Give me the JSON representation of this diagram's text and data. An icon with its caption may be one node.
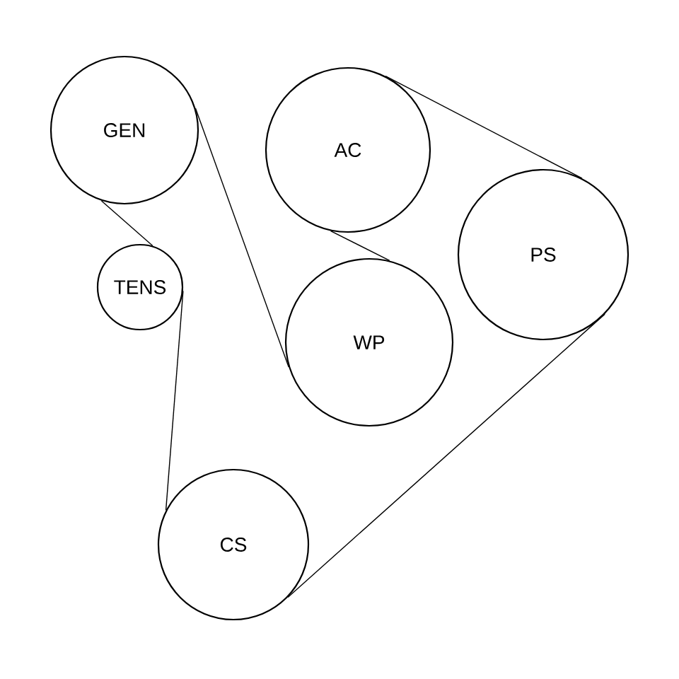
{
  "diagram": {
    "nodes": [
      {
        "text": [
          "GEN"
        ]
      },
      {
        "text": [
          "TENS"
        ]
      },
      {
        "text": [
          "AC"
        ]
      },
      {
        "text": [
          "PS"
        ]
      },
      {
        "text": [
          "WP"
        ]
      },
      {
        "text": [
          "CS"
        ]
      }
    ],
    "edges": [
      {
        "from": 0,
        "to": 1,
        "arrow": "none"
      },
      {
        "from": 1,
        "to": 5,
        "arrow": "none"
      },
      {
        "from": 5,
        "to": 3,
        "arrow": "none"
      },
      {
        "from": 3,
        "to": 2,
        "arrow": "none"
      },
      {
        "from": 2,
        "to": 4,
        "arrow": "none"
      },
      {
        "from": 4,
        "to": 0,
        "arrow": "none"
      }
    ]
  }
}
